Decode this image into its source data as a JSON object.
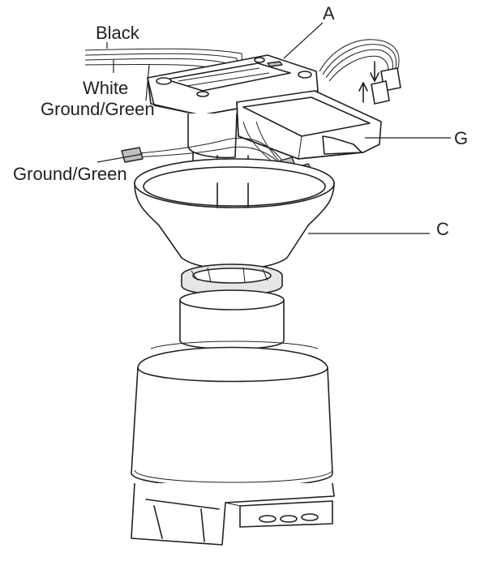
{
  "labels": {
    "black": "Black",
    "white": "White",
    "ground_green_top": "Ground/Green",
    "ground_green_left": "Ground/Green"
  },
  "callouts": {
    "a": "A",
    "g": "G",
    "c": "C"
  }
}
